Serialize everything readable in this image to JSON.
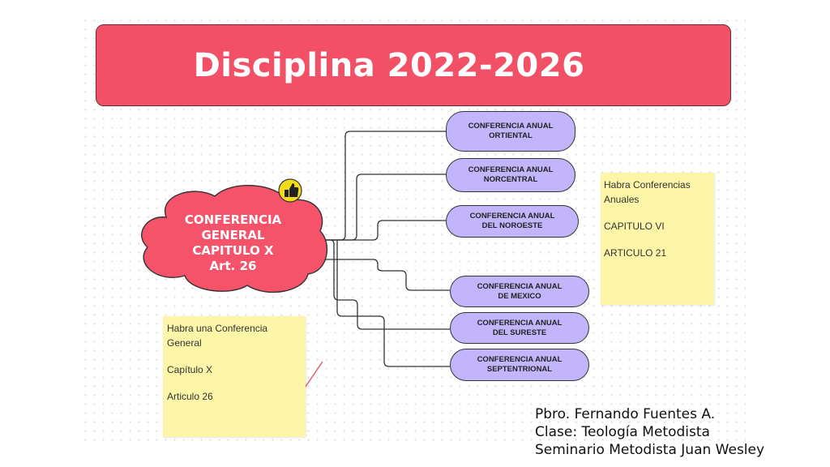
{
  "title": "Disciplina 2022-2026",
  "central_node": {
    "lines": [
      "CONFERENCIA",
      "GENERAL",
      "CAPITULO X",
      "Art. 26"
    ],
    "icon": "thumbs-up-icon"
  },
  "annual_conferences": [
    {
      "line1": "CONFERENCIA ANUAL",
      "line2": "ORTIENTAL"
    },
    {
      "line1": "CONFERENCIA ANUAL",
      "line2": "NORCENTRAL"
    },
    {
      "line1": "CONFERENCIA ANUAL",
      "line2": "DEL NOROESTE"
    },
    {
      "line1": "CONFERENCIA ANUAL",
      "line2": "DE MEXICO"
    },
    {
      "line1": "CONFERENCIA ANUAL",
      "line2": "DEL SURESTE"
    },
    {
      "line1": "CONFERENCIA ANUAL",
      "line2": "SEPTENTRIONAL"
    }
  ],
  "sticky_general": [
    "Habra una Conferencia General",
    "Capítulo X",
    "Articulo 26"
  ],
  "sticky_annual": [
    "Habra Conferencias Anuales",
    "CAPITULO VI",
    "ARTICULO 21"
  ],
  "credits": [
    "Pbro. Fernando Fuentes A.",
    "Clase: Teología Metodista",
    "Seminario Metodista Juan Wesley"
  ],
  "colors": {
    "banner": "#f25067",
    "cloud": "#f4536a",
    "pill": "#c3b5fb",
    "sticky": "#fdf6a8"
  }
}
